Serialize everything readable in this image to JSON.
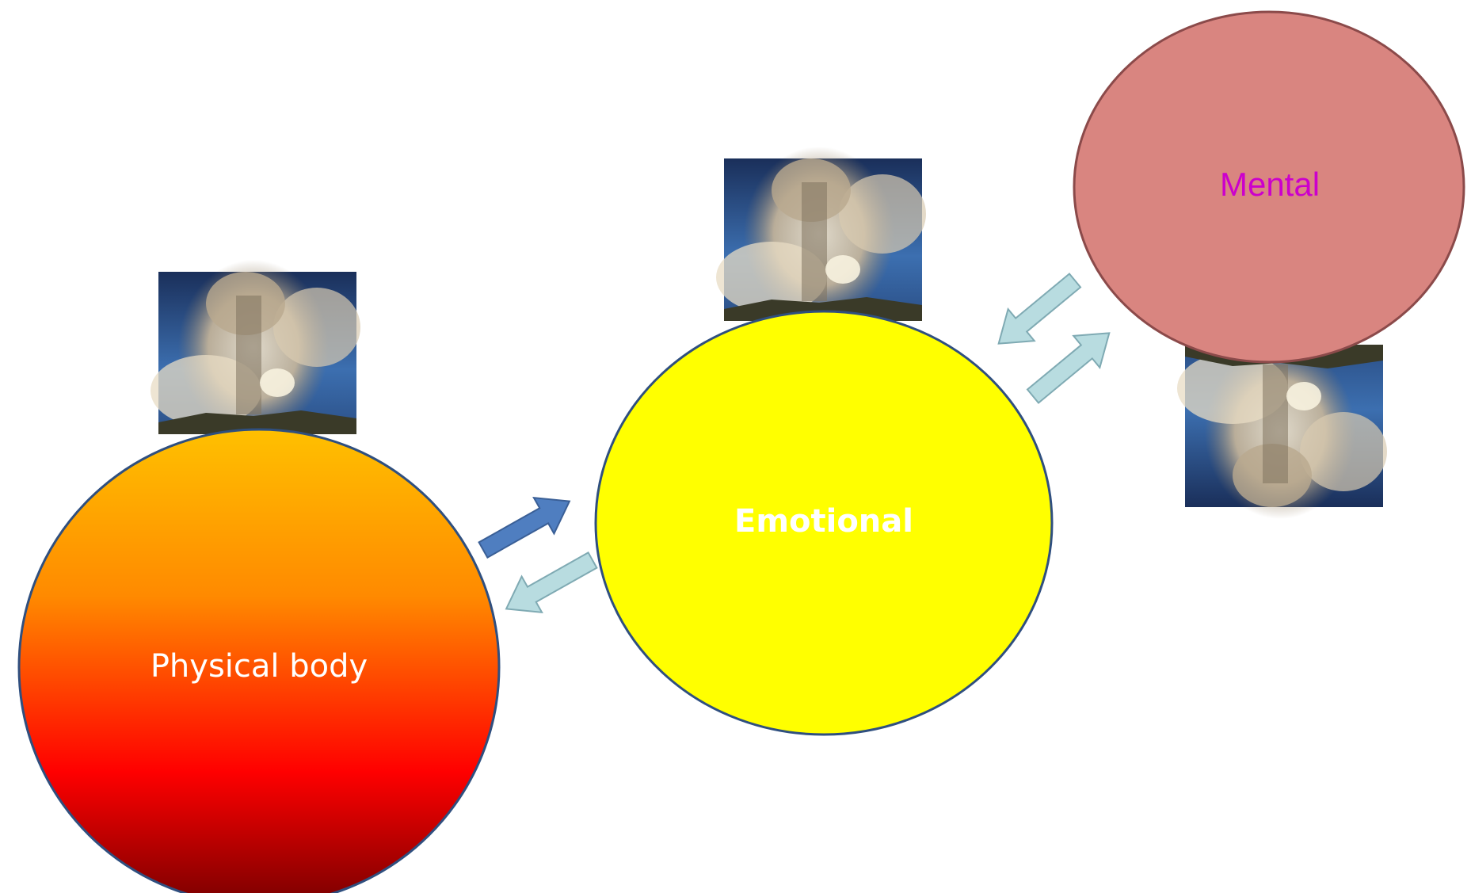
{
  "diagram": {
    "nodes": {
      "physical": {
        "label": "Physical body",
        "label_color": "#ffffff",
        "fill_gradient": [
          "#ffc000",
          "#ff8a00",
          "#ff0000",
          "#7a0000"
        ],
        "stroke": "#2f4f7f"
      },
      "emotional": {
        "label": "Emotional",
        "label_color": "#ffffff",
        "fill": "#ffff00",
        "stroke": "#2f4f7f"
      },
      "mental": {
        "label": "Mental",
        "label_color": "#cc00cc",
        "fill": "#d98580",
        "stroke": "#8b4a4a"
      }
    },
    "images": [
      {
        "name": "geyser-photo-physical",
        "subject": "steam plume against blue sky"
      },
      {
        "name": "geyser-photo-emotional",
        "subject": "steam plume against blue sky"
      },
      {
        "name": "geyser-photo-mental",
        "subject": "steam plume against blue sky, flipped"
      }
    ],
    "arrows": [
      {
        "name": "arrow-physical-to-emotional",
        "from": "physical",
        "to": "emotional",
        "fill": "#4f7ec0",
        "stroke": "#3a5f96"
      },
      {
        "name": "arrow-emotional-to-physical",
        "from": "emotional",
        "to": "physical",
        "fill": "#b8dce0",
        "stroke": "#7faab3"
      },
      {
        "name": "arrow-mental-to-emotional",
        "from": "mental",
        "to": "emotional",
        "fill": "#b8dce0",
        "stroke": "#7faab3"
      },
      {
        "name": "arrow-emotional-to-mental",
        "from": "emotional",
        "to": "mental",
        "fill": "#b8dce0",
        "stroke": "#7faab3"
      }
    ]
  }
}
